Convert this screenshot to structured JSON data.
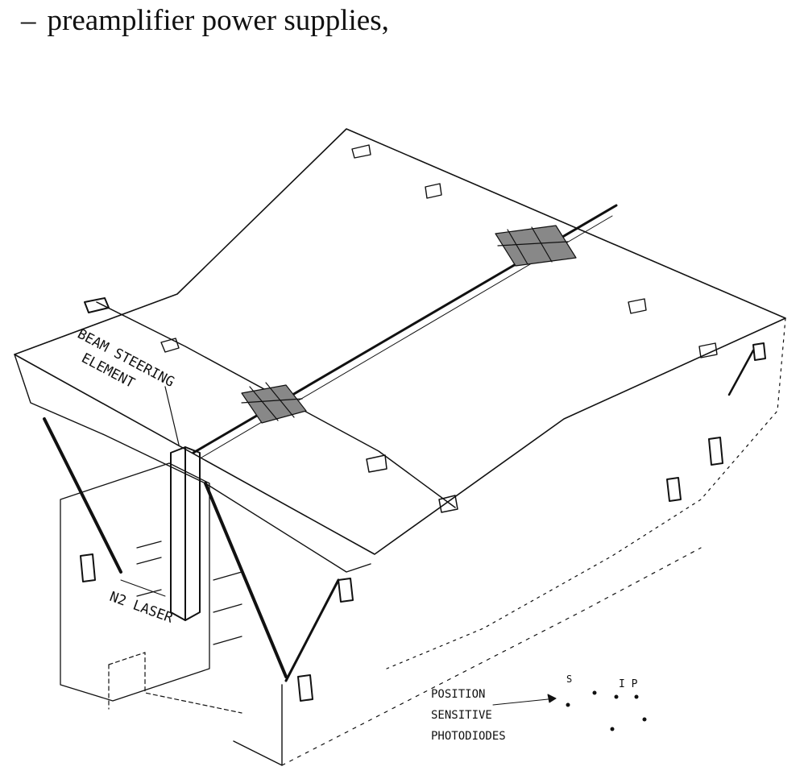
{
  "text": {
    "bullet_dash": "–",
    "bullet_text": "preamplifier power supplies,"
  },
  "figure": {
    "labels": {
      "beam_steering": "BEAM STEERING",
      "beam_element": "ELEMENT",
      "n2_laser": "N2 LASER",
      "position": "POSITION",
      "sensitive": "SENSITIVE",
      "photodiodes": "PHOTODIODES",
      "tag_ip": "I P",
      "tag_s": "S"
    },
    "colors": {
      "ink": "#111111",
      "paper": "#ffffff"
    }
  }
}
